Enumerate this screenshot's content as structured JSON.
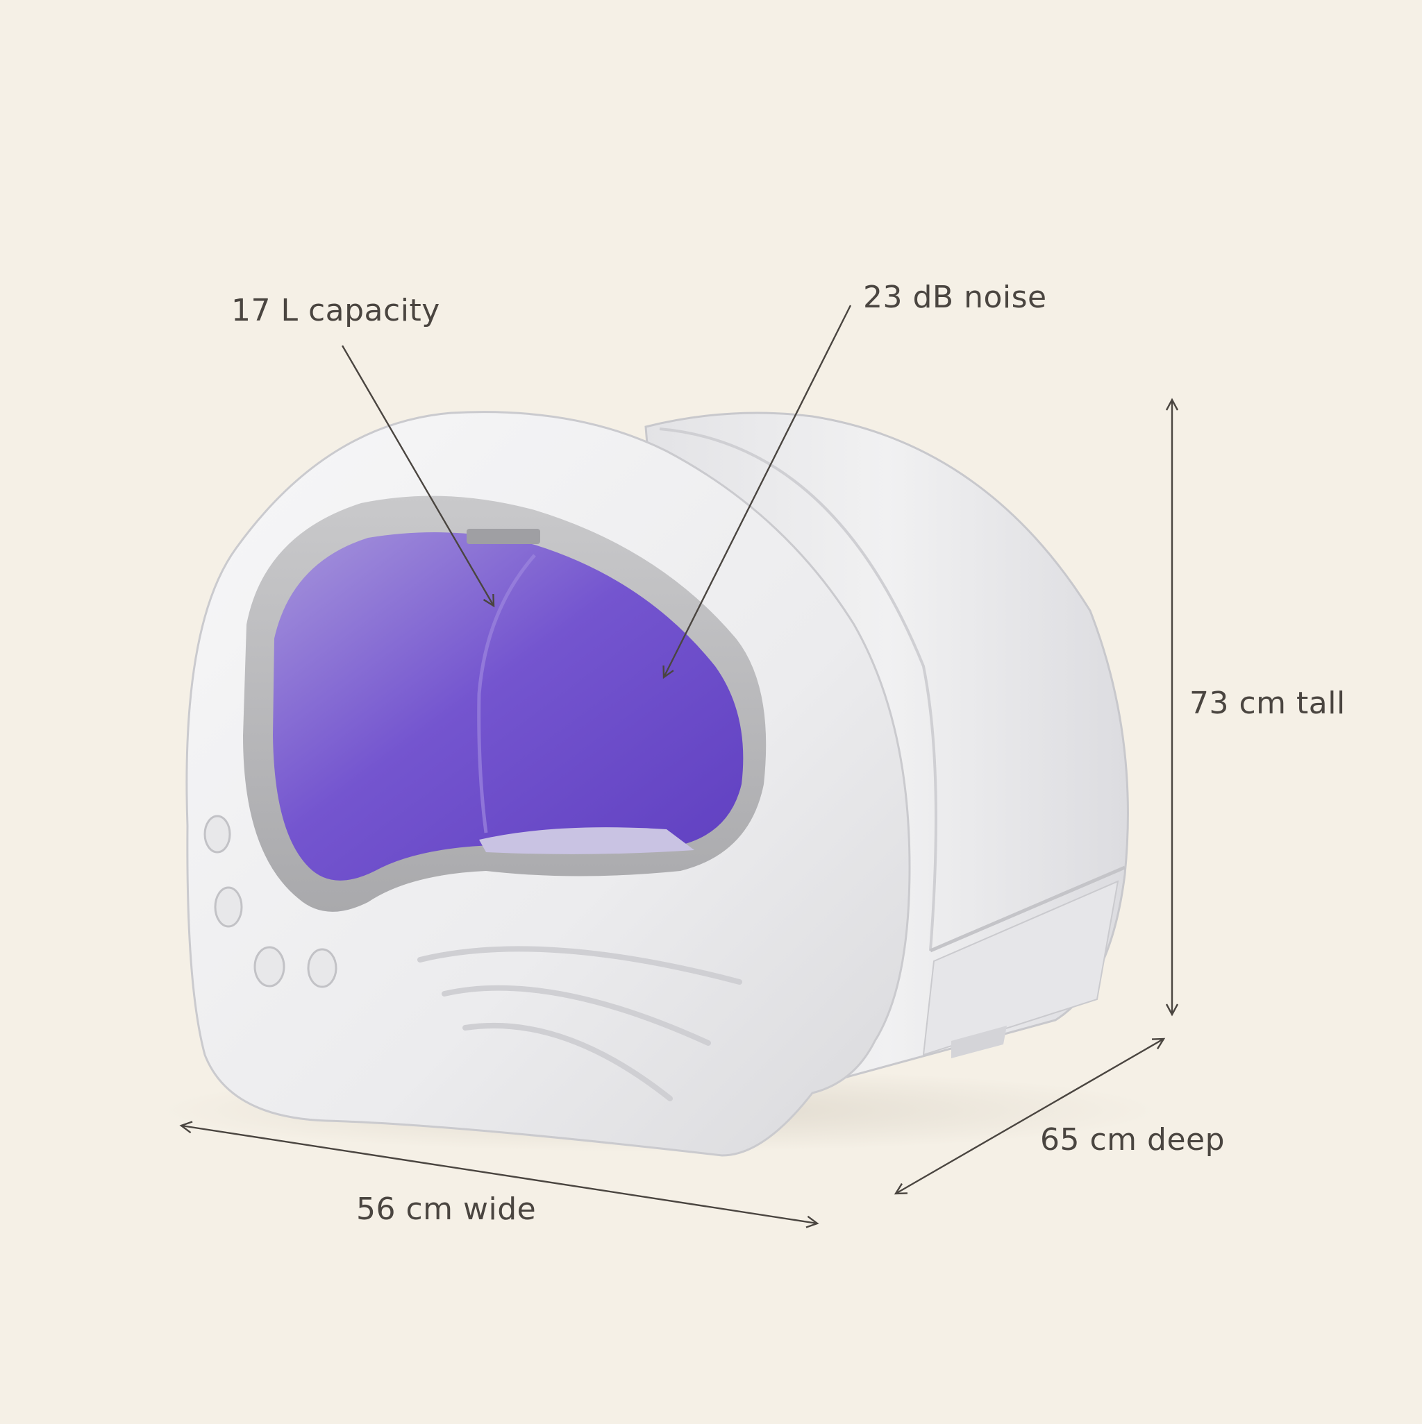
{
  "annotations": {
    "capacity": "17 L capacity",
    "noise": "23 dB noise",
    "height": "73 cm tall",
    "depth": "65 cm deep",
    "width": "56 cm wide"
  },
  "colors": {
    "background": "#f5f0e6",
    "shell": "#eeeeef",
    "interior_light": "purple-violet",
    "interior": "#6a4cc8",
    "rim": "#b9b9bb",
    "annotation_ink": "#4a4540"
  }
}
